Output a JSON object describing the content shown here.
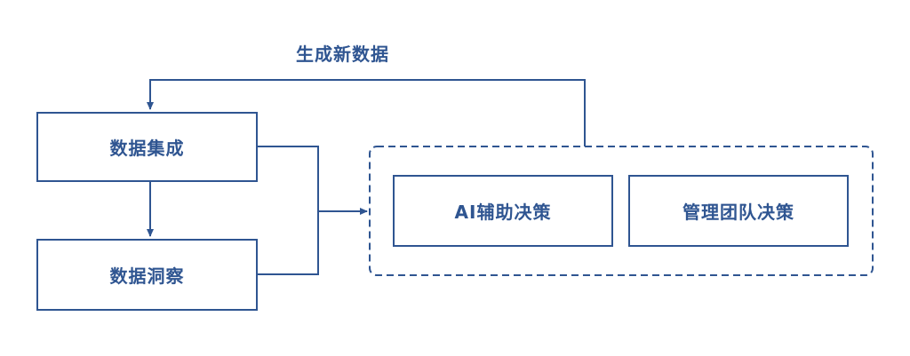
{
  "diagram": {
    "feedback_label": "生成新数据",
    "nodes": {
      "data_integration": "数据集成",
      "data_insight": "数据洞察",
      "ai_decision": "AI辅助决策",
      "team_decision": "管理团队决策"
    },
    "colors": {
      "stroke": "#2f5591",
      "text": "#2f5591",
      "background": "#ffffff"
    }
  }
}
